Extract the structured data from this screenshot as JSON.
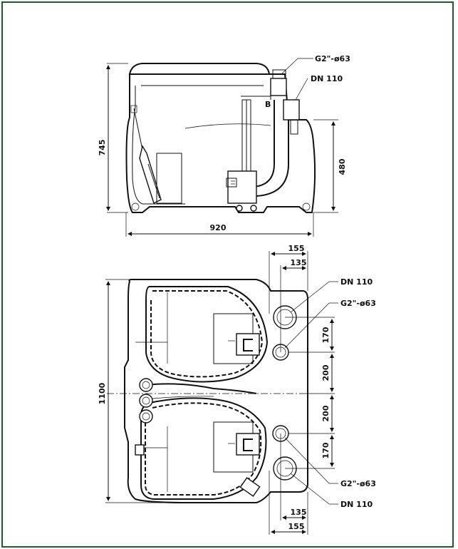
{
  "side_view": {
    "dim_height_total": "745",
    "dim_height_outlet": "480",
    "dim_width": "920",
    "label_g2": "G2\"-ø63",
    "label_dn110": "DN 110"
  },
  "top_view": {
    "dim_length": "1100",
    "dim_155_top": "155",
    "dim_135_top": "135",
    "dim_170_top": "170",
    "dim_200_top": "200",
    "dim_200_bottom": "200",
    "dim_170_bottom": "170",
    "dim_135_bottom": "135",
    "dim_155_bottom": "155",
    "label_dn110_top": "DN 110",
    "label_g2_top": "G2\"-ø63",
    "label_g2_bottom": "G2\"-ø63",
    "label_dn110_bottom": "DN 110"
  },
  "colors": {
    "frame": "#1f5a2a",
    "ink": "#111111"
  }
}
